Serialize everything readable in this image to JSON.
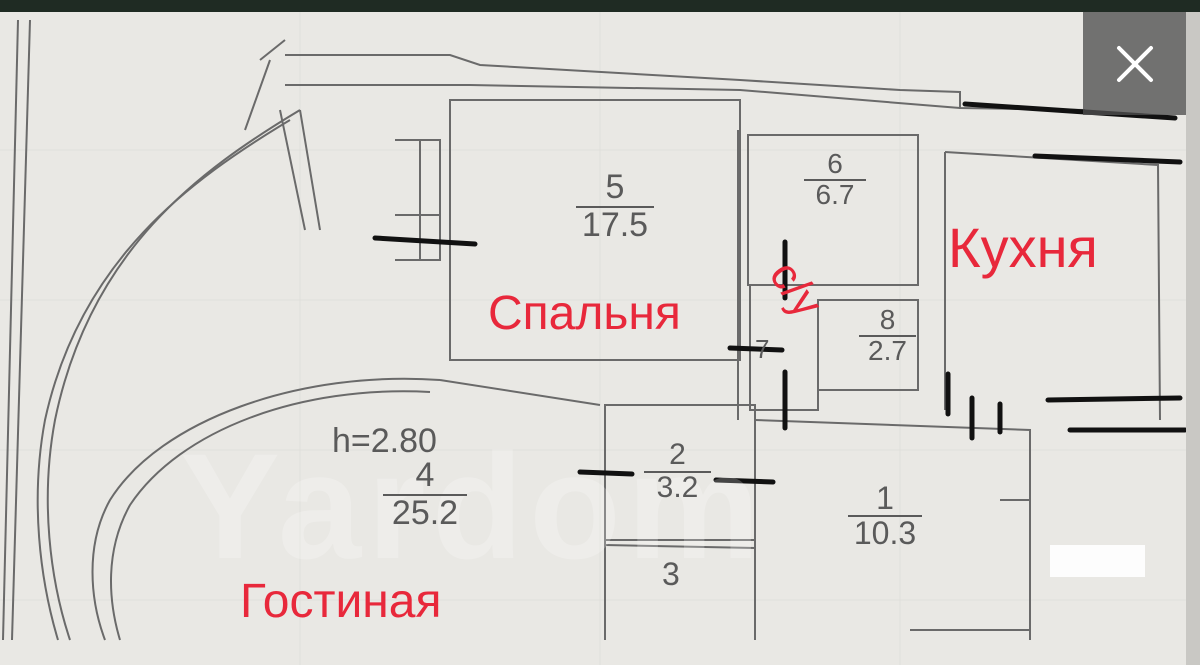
{
  "plan": {
    "ceiling_height": "h=2.80",
    "rooms": [
      {
        "num": "5",
        "area": "17.5"
      },
      {
        "num": "6",
        "area": "6.7"
      },
      {
        "num": "8",
        "area": "2.7"
      },
      {
        "num": "7",
        "area": ""
      },
      {
        "num": "4",
        "area": "25.2"
      },
      {
        "num": "2",
        "area": "3.2"
      },
      {
        "num": "3",
        "area": ""
      },
      {
        "num": "1",
        "area": "10.3"
      }
    ],
    "labels": {
      "bedroom": "Спальня",
      "kitchen": "Кухня",
      "bathroom": "с/у",
      "living": "Гостиная"
    },
    "watermark": "Yardom"
  },
  "viewer": {
    "close_icon": "close-icon"
  },
  "colors": {
    "label": "#e8283b",
    "paper": "#e9e8e4",
    "line": "#6a6a6a",
    "mark": "#111111"
  }
}
